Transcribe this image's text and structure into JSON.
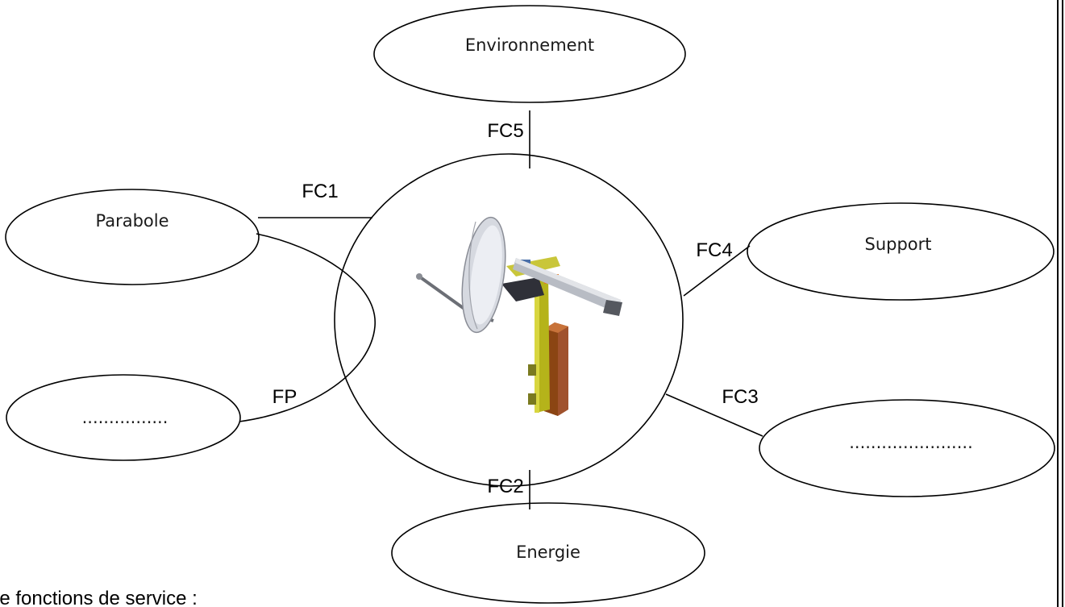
{
  "diagram": {
    "center": {
      "image_icon": "satellite-dish-on-mount"
    },
    "nodes": {
      "environnement": "Environnement",
      "parabole": "Parabole",
      "support": "Support",
      "blank_left": "................",
      "blank_right": ".......................",
      "energie": "Energie"
    },
    "functions": {
      "fc1": "FC1",
      "fc2": "FC2",
      "fc3": "FC3",
      "fc4": "FC4",
      "fc5": "FC5",
      "fp": "FP"
    }
  },
  "footer": {
    "text": "e de fonctions de service :"
  }
}
